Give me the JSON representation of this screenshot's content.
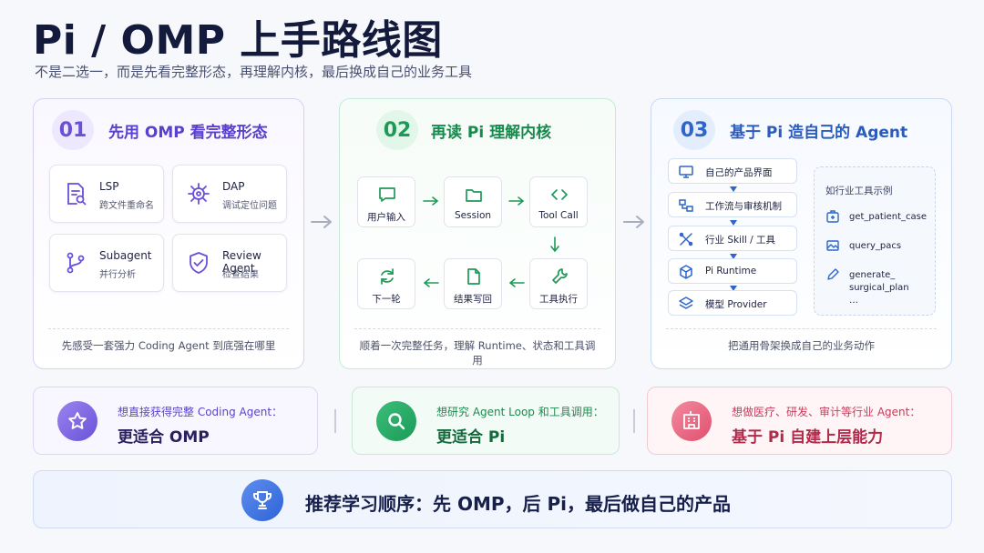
{
  "header": {
    "title": "Pi / OMP 上手路线图",
    "subtitle": "不是二选一，而是先看完整形态，再理解内核，最后换成自己的业务工具"
  },
  "colors": {
    "purple": "#6a4fd8",
    "green": "#1e9a58",
    "blue": "#2d65c8",
    "pink": "#e0506e"
  },
  "panel1": {
    "number": "01",
    "title": "先用 OMP 看完整形态",
    "cards": [
      {
        "title": "LSP",
        "desc": "跨文件重命名",
        "icon": "document-search-icon"
      },
      {
        "title": "DAP",
        "desc": "调试定位问题",
        "icon": "bug-gear-icon"
      },
      {
        "title": "Subagent",
        "desc": "并行分析",
        "icon": "branch-icon"
      },
      {
        "title": "Review Agent",
        "desc": "检查结果",
        "icon": "shield-check-icon"
      }
    ],
    "footer": "先感受一套强力 Coding Agent 到底强在哪里"
  },
  "panel2": {
    "number": "02",
    "title": "再读 Pi 理解内核",
    "steps": [
      {
        "label": "用户输入",
        "icon": "message-icon"
      },
      {
        "label": "Session",
        "icon": "folder-icon"
      },
      {
        "label": "Tool Call",
        "icon": "code-icon"
      },
      {
        "label": "工具执行",
        "icon": "wrench-icon"
      },
      {
        "label": "结果写回",
        "icon": "file-icon"
      },
      {
        "label": "下一轮",
        "icon": "refresh-icon"
      }
    ],
    "footer": "顺着一次完整任务，理解 Runtime、状态和工具调用"
  },
  "panel3": {
    "number": "03",
    "title": "基于 Pi 造自己的 Agent",
    "layers": [
      {
        "label": "自己的产品界面",
        "icon": "monitor-icon"
      },
      {
        "label": "工作流与审核机制",
        "icon": "workflow-icon"
      },
      {
        "label": "行业 Skill / 工具",
        "icon": "tools-icon"
      },
      {
        "label": "Pi Runtime",
        "icon": "cube-icon"
      },
      {
        "label": "模型 Provider",
        "icon": "layers-icon"
      }
    ],
    "toolbox_title": "如行业工具示例",
    "tools": [
      {
        "label": "get_patient_case",
        "icon": "medkit-icon"
      },
      {
        "label": "query_pacs",
        "icon": "image-icon"
      },
      {
        "label": "generate_",
        "label2": "surgical_plan",
        "icon": "pen-icon"
      }
    ],
    "tools_more": "…",
    "footer": "把通用骨架换成自己的业务动作"
  },
  "audience": [
    {
      "question": "想直接获得完整 Coding Agent：",
      "answer": "更适合 OMP",
      "icon": "star-icon"
    },
    {
      "question": "想研究 Agent Loop 和工具调用：",
      "answer": "更适合 Pi",
      "icon": "search-icon"
    },
    {
      "question": "想做医疗、研发、审计等行业 Agent：",
      "answer": "基于 Pi 自建上层能力",
      "icon": "building-icon"
    }
  ],
  "banner": {
    "text": "推荐学习顺序：先 OMP，后 Pi，最后做自己的产品",
    "icon": "trophy-icon"
  }
}
